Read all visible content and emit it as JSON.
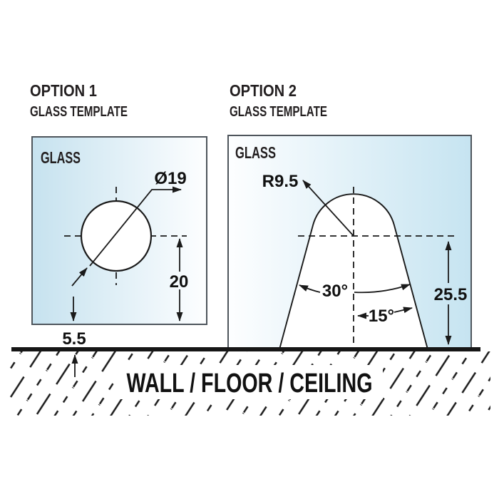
{
  "option1": {
    "title": "OPTION 1",
    "subtitle": "GLASS TEMPLATE",
    "glass_label": "GLASS",
    "diameter_label": "Ø19",
    "height_label": "20",
    "offset_label": "5.5"
  },
  "option2": {
    "title": "OPTION 2",
    "subtitle": "GLASS TEMPLATE",
    "glass_label": "GLASS",
    "radius_label": "R9.5",
    "full_angle_label": "30°",
    "half_angle_label": "15°",
    "height_label": "25.5"
  },
  "wall": {
    "label": "WALL / FLOOR / CEILING"
  },
  "colors": {
    "glass_blue_left": "#c6e2ef",
    "glass_blue_right": "#c6e4f1",
    "glass_white": "#fdfeff",
    "line": "#1a1a1a",
    "panel_border": "#4e555c",
    "wall_black": "#161616"
  }
}
